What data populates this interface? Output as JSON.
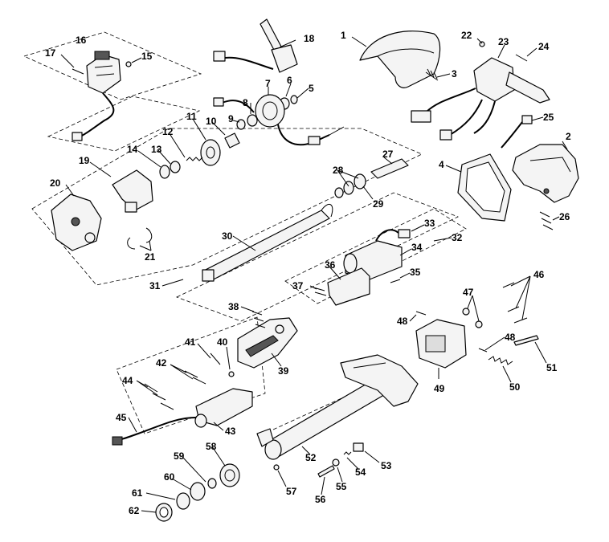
{
  "diagram": {
    "callouts": [
      {
        "id": "c1",
        "label": "1"
      },
      {
        "id": "c2",
        "label": "2"
      },
      {
        "id": "c3",
        "label": "3"
      },
      {
        "id": "c4",
        "label": "4"
      },
      {
        "id": "c5",
        "label": "5"
      },
      {
        "id": "c6",
        "label": "6"
      },
      {
        "id": "c7",
        "label": "7"
      },
      {
        "id": "c8",
        "label": "8"
      },
      {
        "id": "c9",
        "label": "9"
      },
      {
        "id": "c10",
        "label": "10"
      },
      {
        "id": "c11",
        "label": "11"
      },
      {
        "id": "c12",
        "label": "12"
      },
      {
        "id": "c13",
        "label": "13"
      },
      {
        "id": "c14",
        "label": "14"
      },
      {
        "id": "c15",
        "label": "15"
      },
      {
        "id": "c16",
        "label": "16"
      },
      {
        "id": "c17",
        "label": "17"
      },
      {
        "id": "c18",
        "label": "18"
      },
      {
        "id": "c19",
        "label": "19"
      },
      {
        "id": "c20",
        "label": "20"
      },
      {
        "id": "c21",
        "label": "21"
      },
      {
        "id": "c22",
        "label": "22"
      },
      {
        "id": "c23",
        "label": "23"
      },
      {
        "id": "c24",
        "label": "24"
      },
      {
        "id": "c25",
        "label": "25"
      },
      {
        "id": "c26",
        "label": "26"
      },
      {
        "id": "c27",
        "label": "27"
      },
      {
        "id": "c28",
        "label": "28"
      },
      {
        "id": "c29",
        "label": "29"
      },
      {
        "id": "c30",
        "label": "30"
      },
      {
        "id": "c31",
        "label": "31"
      },
      {
        "id": "c32",
        "label": "32"
      },
      {
        "id": "c33",
        "label": "33"
      },
      {
        "id": "c34",
        "label": "34"
      },
      {
        "id": "c35",
        "label": "35"
      },
      {
        "id": "c36",
        "label": "36"
      },
      {
        "id": "c37",
        "label": "37"
      },
      {
        "id": "c38",
        "label": "38"
      },
      {
        "id": "c39",
        "label": "39"
      },
      {
        "id": "c40",
        "label": "40"
      },
      {
        "id": "c41",
        "label": "41"
      },
      {
        "id": "c42",
        "label": "42"
      },
      {
        "id": "c43",
        "label": "43"
      },
      {
        "id": "c44",
        "label": "44"
      },
      {
        "id": "c45",
        "label": "45"
      },
      {
        "id": "c46",
        "label": "46"
      },
      {
        "id": "c47",
        "label": "47"
      },
      {
        "id": "c48a",
        "label": "48"
      },
      {
        "id": "c48b",
        "label": "48"
      },
      {
        "id": "c49",
        "label": "49"
      },
      {
        "id": "c50",
        "label": "50"
      },
      {
        "id": "c51",
        "label": "51"
      },
      {
        "id": "c52",
        "label": "52"
      },
      {
        "id": "c53",
        "label": "53"
      },
      {
        "id": "c54",
        "label": "54"
      },
      {
        "id": "c55",
        "label": "55"
      },
      {
        "id": "c56",
        "label": "56"
      },
      {
        "id": "c57",
        "label": "57"
      },
      {
        "id": "c58",
        "label": "58"
      },
      {
        "id": "c59",
        "label": "59"
      },
      {
        "id": "c60",
        "label": "60"
      },
      {
        "id": "c61",
        "label": "61"
      },
      {
        "id": "c62",
        "label": "62"
      }
    ]
  }
}
